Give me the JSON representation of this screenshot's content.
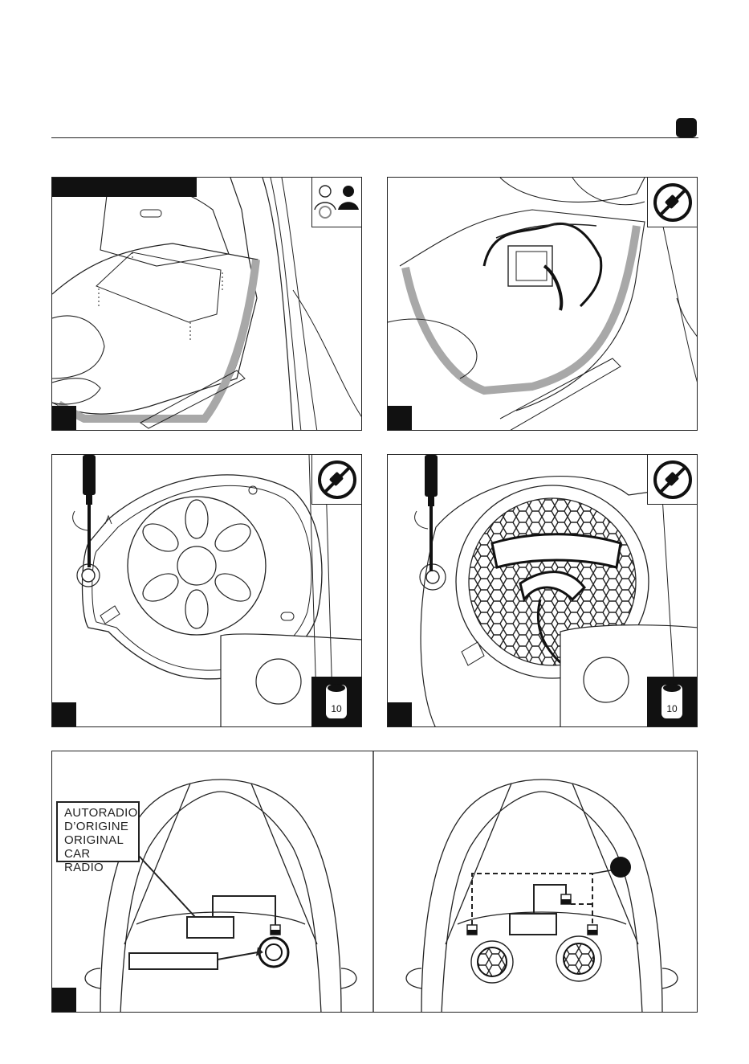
{
  "callout": {
    "fr_line1": "AUTORADIO",
    "fr_line2": "D’ORIGINE",
    "en_line1": "ORIGINAL",
    "en_line2": "CAR RADIO"
  },
  "icons": {
    "person": "driver-seat-icon",
    "disconnect": "unplug-icon",
    "socket": "socket-10mm-icon"
  },
  "socket_size": "10",
  "colors": {
    "ink": "#111111",
    "carpet_trim": "#a8a8a8"
  }
}
